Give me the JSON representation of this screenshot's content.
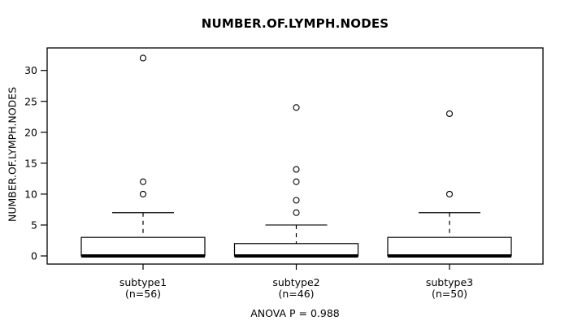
{
  "chart_data": {
    "type": "boxplot",
    "title": "NUMBER.OF.LYMPH.NODES",
    "ylabel": "NUMBER.OF.LYMPH.NODES",
    "xlabel": "",
    "annotation": "ANOVA P = 0.988",
    "ylim": [
      0,
      32
    ],
    "yticks": [
      0,
      5,
      10,
      15,
      20,
      25,
      30
    ],
    "grid": false,
    "groups": [
      {
        "label": "subtype1",
        "sublabel": "(n=56)",
        "n": 56,
        "q1": 0,
        "median": 0,
        "q3": 3,
        "whisker_low": 0,
        "whisker_high": 7,
        "outliers": [
          10,
          12,
          32
        ]
      },
      {
        "label": "subtype2",
        "sublabel": "(n=46)",
        "n": 46,
        "q1": 0,
        "median": 0,
        "q3": 2,
        "whisker_low": 0,
        "whisker_high": 5,
        "outliers": [
          7,
          9,
          12,
          14,
          24
        ]
      },
      {
        "label": "subtype3",
        "sublabel": "(n=50)",
        "n": 50,
        "q1": 0,
        "median": 0,
        "q3": 3,
        "whisker_low": 0,
        "whisker_high": 7,
        "outliers": [
          10,
          23
        ]
      }
    ],
    "colors": {
      "line": "#000000",
      "box_fill": "#ffffff",
      "background": "#ffffff"
    }
  }
}
